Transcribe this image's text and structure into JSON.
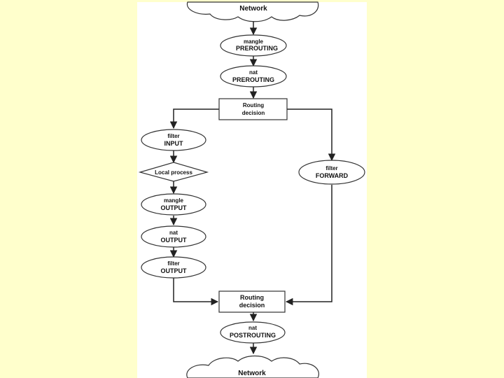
{
  "colors": {
    "page_background": "#ffffcc",
    "panel_background": "#ffffff",
    "stroke": "#333333"
  },
  "nodes": {
    "network_top": "Network",
    "mangle_prerouting": {
      "line1": "mangle",
      "line2": "PREROUTING"
    },
    "nat_prerouting": {
      "line1": "nat",
      "line2": "PREROUTING"
    },
    "routing_decision_1": {
      "line1": "Routing",
      "line2": "decision"
    },
    "filter_input": {
      "line1": "filter",
      "line2": "INPUT"
    },
    "local_process": "Local process",
    "filter_forward": {
      "line1": "filter",
      "line2": "FORWARD"
    },
    "mangle_output": {
      "line1": "mangle",
      "line2": "OUTPUT"
    },
    "nat_output": {
      "line1": "nat",
      "line2": "OUTPUT"
    },
    "filter_output": {
      "line1": "filter",
      "line2": "OUTPUT"
    },
    "routing_decision_2": {
      "line1": "Routing",
      "line2": "decision"
    },
    "nat_postrouting": {
      "line1": "nat",
      "line2": "POSTROUTING"
    },
    "network_bottom": "Network"
  }
}
